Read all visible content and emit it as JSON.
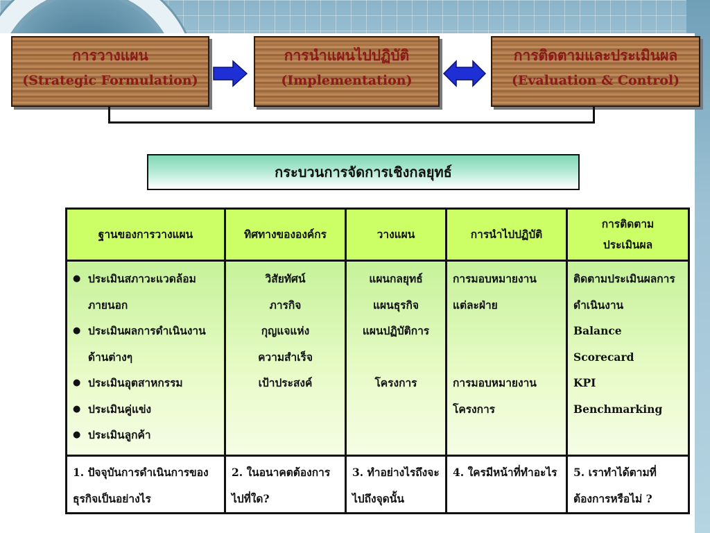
{
  "flow": {
    "box1": {
      "th": "การวางแผน",
      "en": "(Strategic  Formulation)"
    },
    "box2": {
      "th": "การนำแผนไปปฏิบัติ",
      "en": "(Implementation)"
    },
    "box3": {
      "th": "การติดตามและประเมินผล",
      "en": "(Evaluation & Control)"
    },
    "arrow_color": "#1f2fd6"
  },
  "title": "กระบวนการจัดการเชิงกลยุทธ์",
  "table": {
    "headers": [
      "ฐานของการวางแผน",
      "ทิศทางขององค์กร",
      "วางแผน",
      "การนำไปปฏิบัติ",
      "การติดตามประเมินผล"
    ],
    "col1_bullets": [
      "ประเมินสภาวะแวดล้อมภายนอก",
      "ประเมินผลการดำเนินงานด้านต่างๆ",
      "ประเมินอุตสาหกรรม",
      "ประเมินคู่แข่ง",
      "ประเมินลูกค้า"
    ],
    "col2_lines": [
      "วิสัยทัศน์",
      "ภารกิจ",
      "กุญแจแห่ง",
      "ความสำเร็จ",
      "เป้าประสงค์"
    ],
    "col3_lines": [
      "แผนกลยุทธ์",
      "แผนธุรกิจ",
      "แผนปฏิบัติการ"
    ],
    "col3_extra": "โครงการ",
    "col4_line1": "การมอบหมายงานแต่ละฝ่าย",
    "col4_line2": "การมอบหมายงานโครงการ",
    "col5_lines": [
      "ติดตามประเมินผลการดำเนินงาน",
      "Balance",
      "Scorecard",
      "KPI",
      "Benchmarking"
    ],
    "footer": [
      "1. ปัจจุบันการดำเนินการของธุรกิจเป็นอย่างไร",
      "2. ในอนาคตต้องการไปที่ใด?",
      "3. ทำอย่างไรถึงจะไปถึงจุดนั้น",
      "4. ใครมีหน้าที่ทำอะไร",
      "5. เราทำได้ตามที่ต้องการหรือไม่ ?"
    ]
  }
}
